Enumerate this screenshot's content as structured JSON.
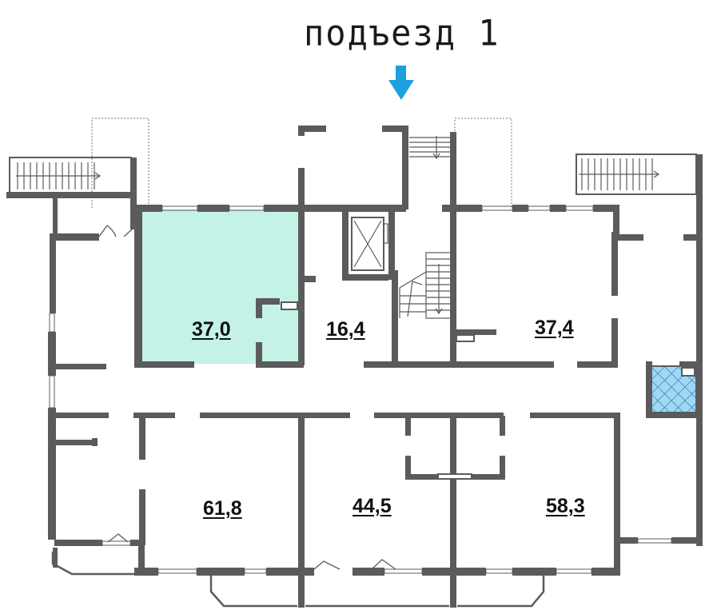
{
  "entrance": {
    "label": "подъезд 1",
    "arrow_color": "#1e9fe0"
  },
  "rooms": [
    {
      "id": "room-highlighted",
      "area": "37,0",
      "highlight": "#c4f2e6"
    },
    {
      "id": "room-16",
      "area": "16,4"
    },
    {
      "id": "room-37-4",
      "area": "37,4"
    },
    {
      "id": "room-61",
      "area": "61,8"
    },
    {
      "id": "room-44",
      "area": "44,5"
    },
    {
      "id": "room-58",
      "area": "58,3"
    }
  ],
  "colors": {
    "wall": "#5b5b5b",
    "hatch": "#9fd8f5",
    "hatch_line": "#3a7fb0"
  }
}
